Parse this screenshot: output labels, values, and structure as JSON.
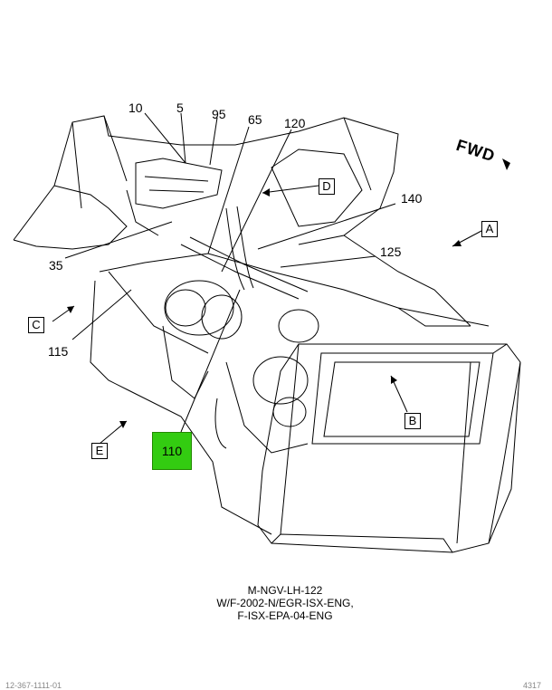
{
  "callouts": {
    "c10": "10",
    "c5": "5",
    "c95": "95",
    "c65": "65",
    "c120": "120",
    "c140": "140",
    "c125": "125",
    "c35": "35",
    "c115": "115",
    "c110": "110"
  },
  "views": {
    "A": "A",
    "B": "B",
    "C": "C",
    "D": "D",
    "E": "E"
  },
  "fwd_label": "FWD",
  "caption": {
    "line1": "M-NGV-LH-122",
    "line2": "W/F-2002-N/EGR-ISX-ENG,",
    "line3": "F-ISX-EPA-04-ENG"
  },
  "footer": {
    "left": "12-367-1111-01",
    "right": "4317"
  },
  "colors": {
    "highlight": "#33cc11",
    "line": "#000000"
  }
}
